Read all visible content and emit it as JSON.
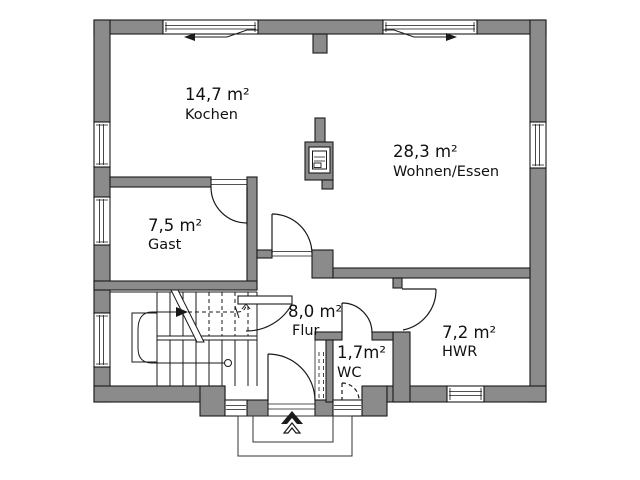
{
  "plan": {
    "kind": "floor-plan",
    "rooms": [
      {
        "id": "kochen",
        "area": "14,7 m²",
        "name": "Kochen"
      },
      {
        "id": "wohnen-essen",
        "area": "28,3 m²",
        "name": "Wohnen/Essen"
      },
      {
        "id": "gast",
        "area": "7,5 m²",
        "name": "Gast"
      },
      {
        "id": "flur",
        "area": "8,0 m²",
        "name": "Flur"
      },
      {
        "id": "wc",
        "area": "1,7m²",
        "name": "WC"
      },
      {
        "id": "hwr",
        "area": "7,2 m²",
        "name": "HWR"
      }
    ],
    "features": [
      "staircase",
      "fireplace-chimney",
      "entrance-arrow",
      "sliding-window-arrows",
      "entry-steps",
      "installation-shaft"
    ],
    "colors": {
      "wall": "#8B8B8B",
      "outline": "#1a1a1a",
      "background": "#ffffff"
    }
  }
}
